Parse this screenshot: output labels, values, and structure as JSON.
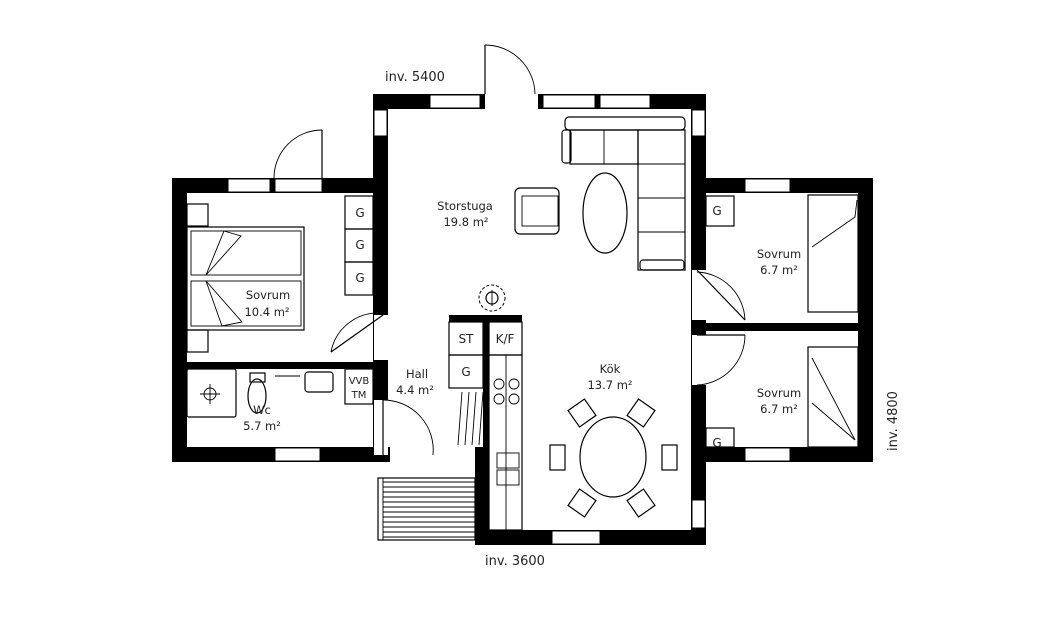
{
  "dimensions": {
    "top": "inv. 5400",
    "bottom": "inv. 3600",
    "right": "inv. 4800"
  },
  "rooms": {
    "storstuga": {
      "name": "Storstuga",
      "area": "19.8 m²"
    },
    "sovrum_large": {
      "name": "Sovrum",
      "area": "10.4 m²"
    },
    "sovrum_right_top": {
      "name": "Sovrum",
      "area": "6.7 m²"
    },
    "sovrum_right_bottom": {
      "name": "Sovrum",
      "area": "6.7 m²"
    },
    "hall": {
      "name": "Hall",
      "area": "4.4 m²"
    },
    "kok": {
      "name": "Kök",
      "area": "13.7 m²"
    },
    "wc": {
      "name": "Wc",
      "area": "5.7 m²"
    }
  },
  "fixtures": {
    "wardrobe": "G",
    "stove_cabinet": "ST",
    "fridge_freezer": "K/F",
    "water_heater": "VVB",
    "dryer": "TM"
  }
}
